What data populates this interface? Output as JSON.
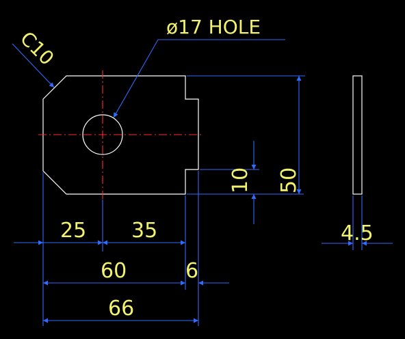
{
  "colors": {
    "background": "#000000",
    "outline": "#ffffff",
    "dimension_lines": "#2f6bff",
    "centerline": "#ff2a2a",
    "text": "#f2f26e"
  },
  "drawing": {
    "hole_callout": "ø17 HOLE",
    "chamfer_callout": "C10"
  },
  "dimensions": {
    "width_left_segment": "25",
    "width_right_segment": "35",
    "width_to_notch": "60",
    "notch_depth": "6",
    "overall_width": "66",
    "notch_height": "10",
    "overall_height": "50",
    "thickness": "4.5"
  }
}
